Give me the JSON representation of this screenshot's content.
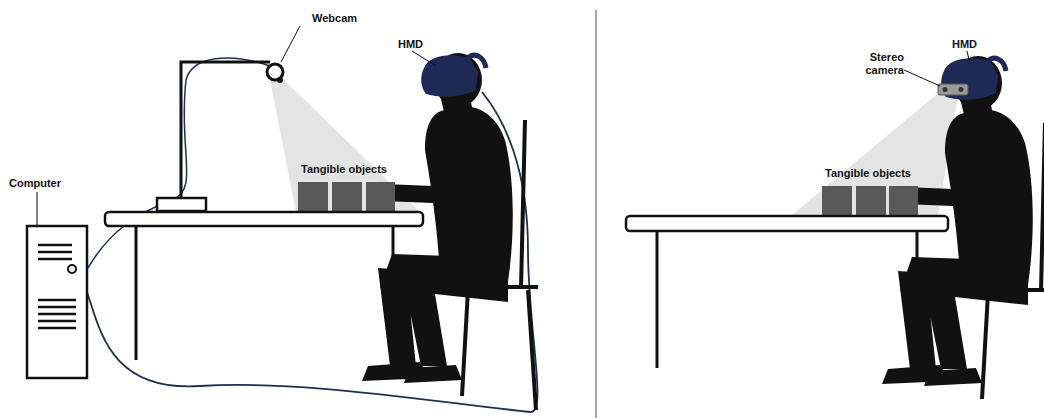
{
  "diagram": {
    "labels": [
      "Webcam",
      "HMD",
      "Computer",
      "Tangible objects",
      "Stereo camera",
      "HMD",
      "Tangible objects"
    ]
  }
}
